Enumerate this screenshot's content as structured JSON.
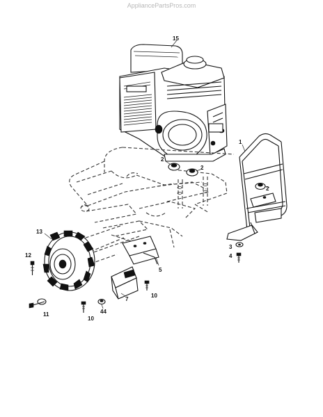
{
  "watermark": "AppliancePartsPros.com",
  "callouts": {
    "engine": "15",
    "handle_frame": "1",
    "nut_left": "2",
    "nut_mid": "2",
    "nut_right": "2",
    "wheel": "13",
    "bolt_left": "12",
    "washer": "3",
    "screw_right": "4",
    "bracket": "5",
    "guard_block": "7",
    "screw_block": "10",
    "screw_bottom": "10",
    "nut_bottom": "44",
    "pin_clip": "11"
  }
}
